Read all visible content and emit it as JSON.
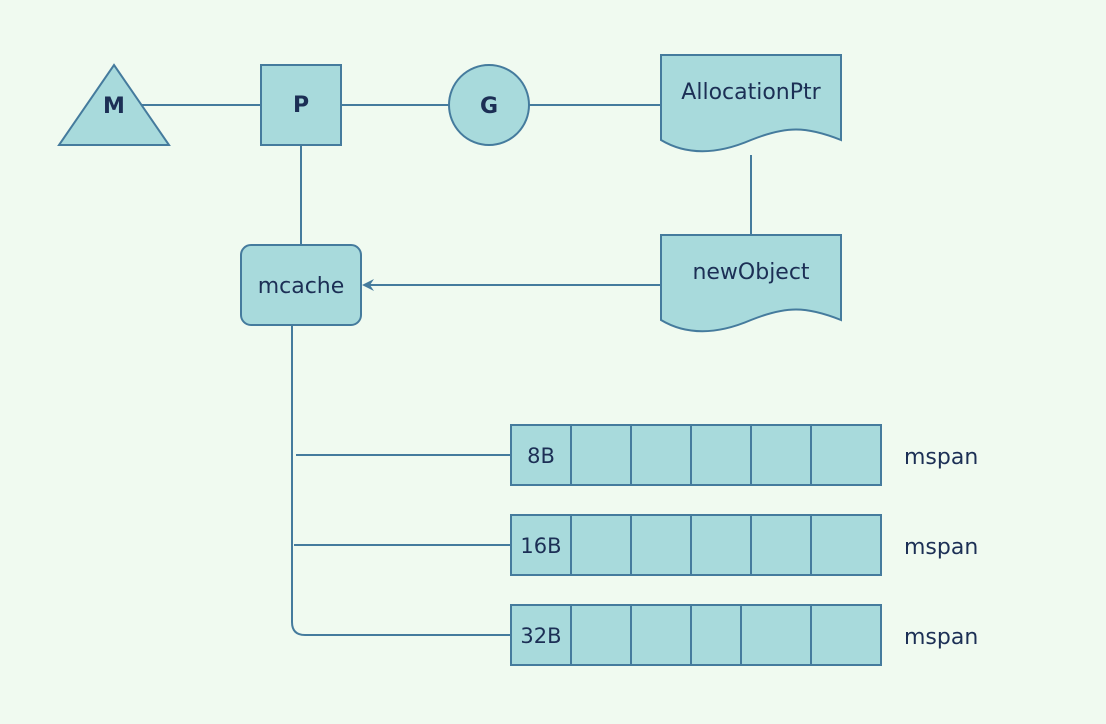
{
  "nodes": {
    "m": "M",
    "p": "P",
    "g": "G",
    "allocation_ptr": "AllocationPtr",
    "new_object": "newObject",
    "mcache": "mcache"
  },
  "spans": [
    {
      "size": "8B",
      "label": "mspan"
    },
    {
      "size": "16B",
      "label": "mspan"
    },
    {
      "size": "32B",
      "label": "mspan"
    }
  ],
  "colors": {
    "background": "#f0faf0",
    "fill": "#a8dadc",
    "stroke": "#457b9d",
    "text": "#1c2f55"
  }
}
